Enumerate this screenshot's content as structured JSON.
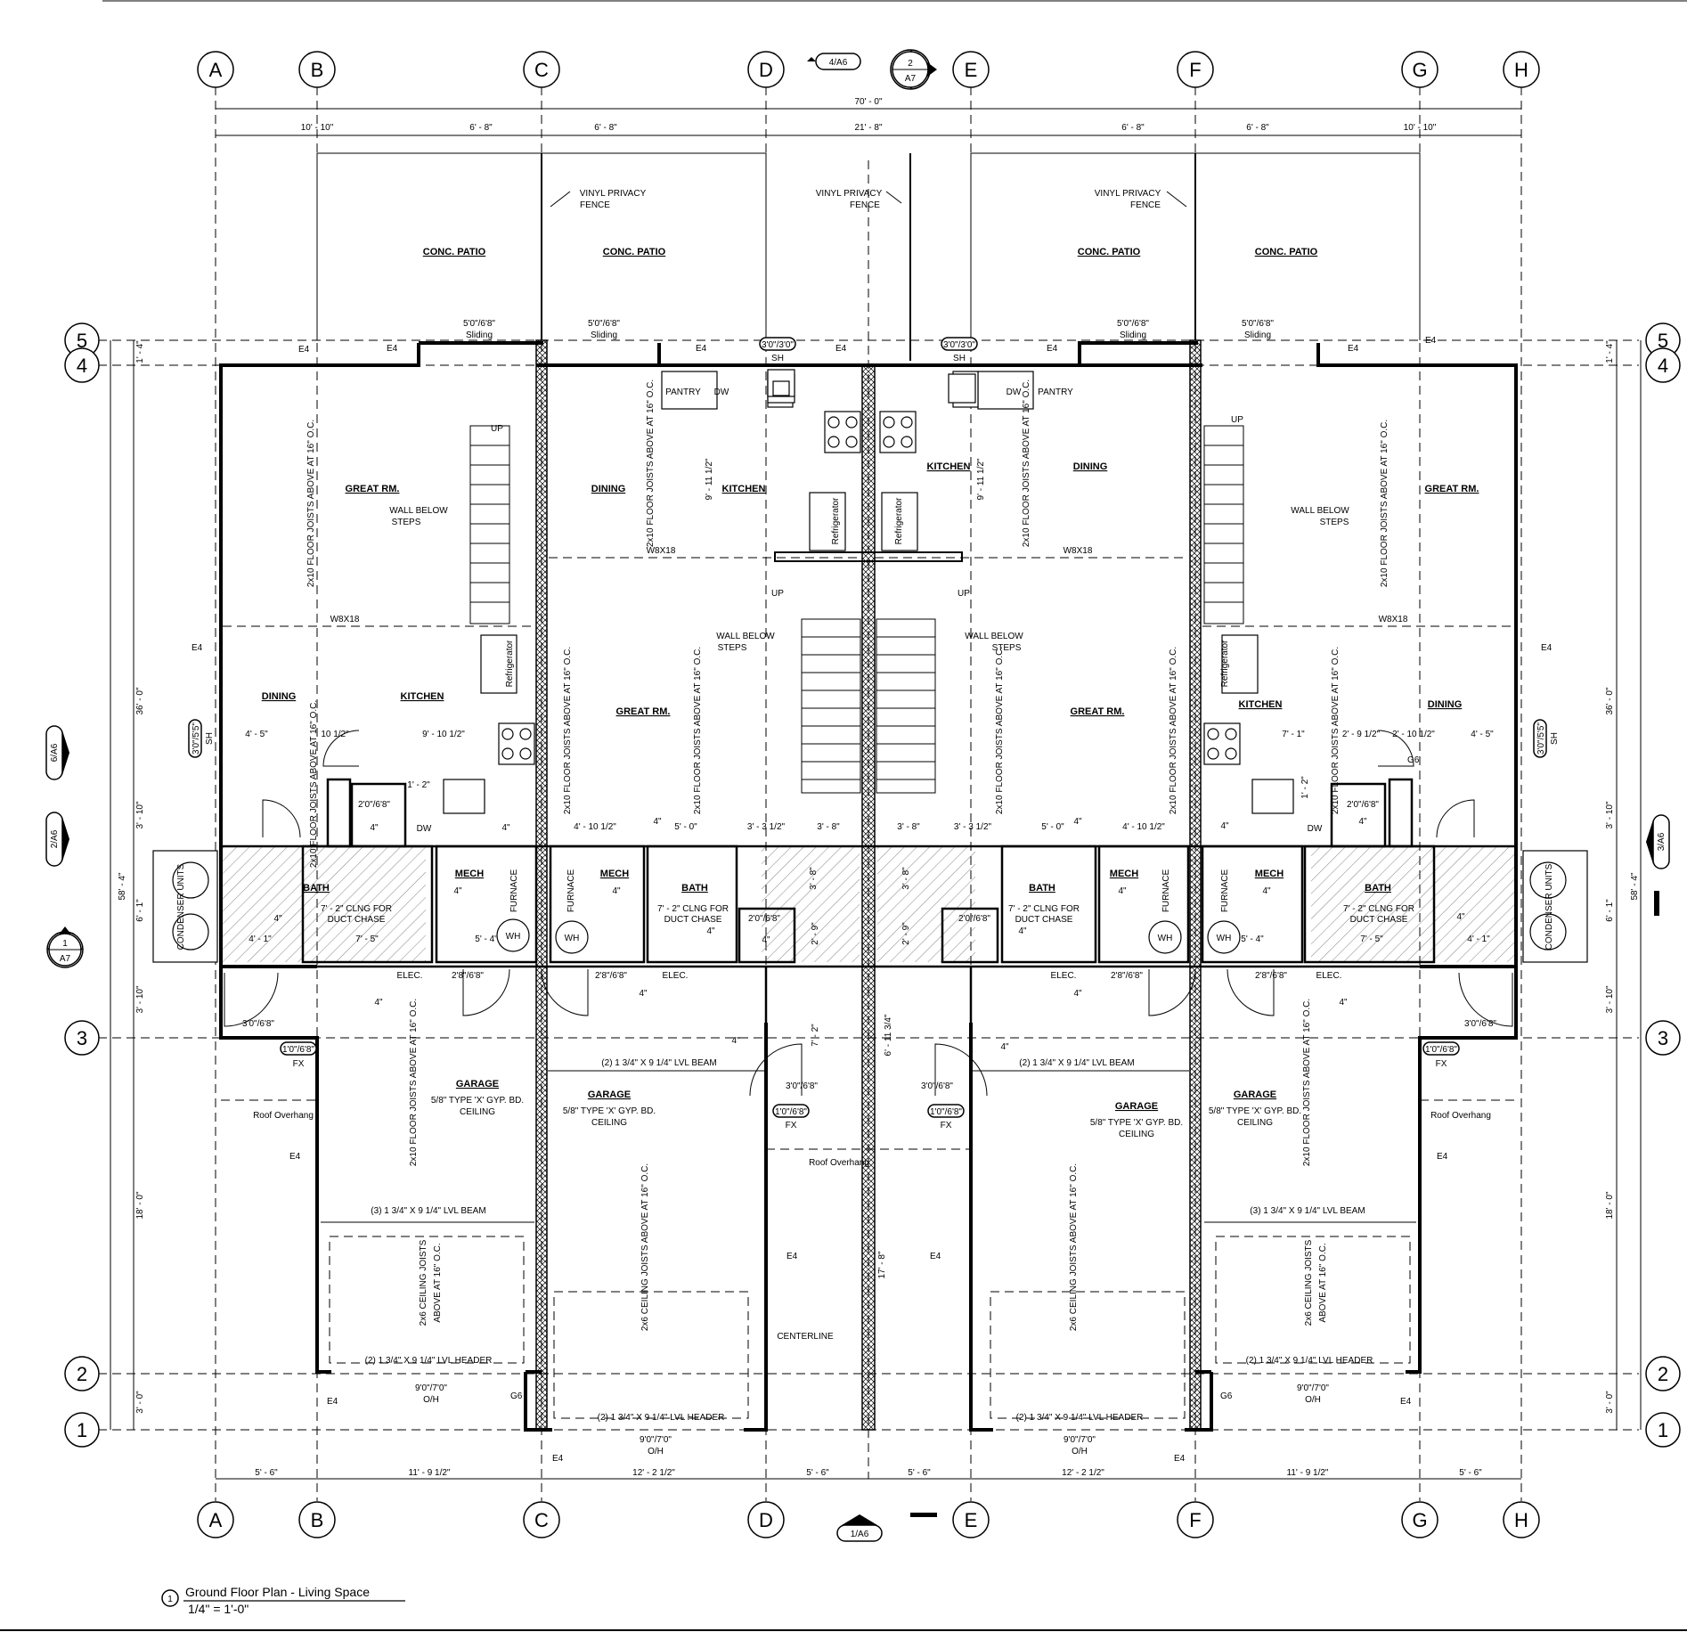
{
  "grid": {
    "columns": [
      "A",
      "B",
      "C",
      "D",
      "E",
      "F",
      "G",
      "H"
    ],
    "rows": [
      "5",
      "4",
      "3",
      "2",
      "1"
    ]
  },
  "section_marks": {
    "top_section": "4/A6",
    "top_detail_num": "2",
    "top_detail_sheet": "A7",
    "bottom_section": "1/A6",
    "left_upper": "6/A6",
    "left_lower": "2/A6",
    "left_detail_num": "1",
    "left_detail_sheet": "A7",
    "right": "3/A6"
  },
  "dims": {
    "overall": "70' - 0\"",
    "top": [
      "10' - 10\"",
      "6' - 8\"",
      "6' - 8\"",
      "21' - 8\"",
      "6' - 8\"",
      "6' - 8\"",
      "10' - 10\""
    ],
    "bottom": [
      "5' - 6\"",
      "11' - 9 1/2\"",
      "12' - 2 1/2\"",
      "5' - 6\"",
      "5' - 6\"",
      "12' - 2 1/2\"",
      "11' - 9 1/2\"",
      "5' - 6\""
    ],
    "left_overall": "58' - 4\"",
    "left_parts": [
      "1' - 4\"",
      "36' - 0\"",
      "3' - 10\"",
      "6' - 1\"",
      "3' - 10\"",
      "18' - 0\"",
      "3' - 0\""
    ],
    "right_overall": "58' - 4\"",
    "right_parts": [
      "1' - 4\"",
      "36' - 0\"",
      "3' - 10\"",
      "6' - 1\"",
      "3' - 10\"",
      "18' - 0\"",
      "3' - 0\""
    ],
    "inner": {
      "d1": "4' - 5\"",
      "d2": "10 1/2\"",
      "d3": "9' - 10 1/2\"",
      "d4": "9' - 11 1/2\"",
      "d5": "4' - 10 1/2\"",
      "d6": "5' - 0\"",
      "d7": "3' - 3 1/2\"",
      "d8": "3' - 8\"",
      "d9": "3' - 8\"",
      "d10": "3' - 3 1/2\"",
      "d11": "5' - 0\"",
      "d12": "4' - 10 1/2\"",
      "d13": "9' - 11 1/2\"",
      "d14": "7' - 1\"",
      "d15": "2' - 9 1/2\"",
      "d16": "2' - 10 1/2\"",
      "d17": "4' - 5\"",
      "d18": "4' - 1\"",
      "d19": "7' - 5\"",
      "d20": "5' - 4\"",
      "d21": "5' - 4\"",
      "d22": "7' - 5\"",
      "d23": "4' - 1\"",
      "d24": "7' - 2\"",
      "d25": "6' - 11 3/4\"",
      "d26": "17' - 8\"",
      "d27": "2' - 9\"",
      "d28": "2' - 9\"",
      "d29": "3' - 8\"",
      "d30": "3' - 8\"",
      "d31": "1' - 2\"",
      "d32": "1' - 2\""
    }
  },
  "rooms": {
    "great_rm": "GREAT RM.",
    "dining": "DINING",
    "kitchen": "KITCHEN",
    "bath": "BATH",
    "mech": "MECH",
    "garage": "GARAGE",
    "conc_patio": "CONC. PATIO",
    "pantry": "PANTRY"
  },
  "labels": {
    "fence_line1": "VINYL PRIVACY",
    "fence_line2": "FENCE",
    "sliding_size": "5'0\"/6'8\"",
    "sliding": "Sliding",
    "sh_tag": "3'0\"/3'0\"",
    "sh": "SH",
    "sh_side": "3'0\"/5'5\"",
    "dw": "DW",
    "refrigerator": "Refrigerator",
    "furnace": "FURNACE",
    "wh": "WH",
    "elec": "ELEC.",
    "up": "UP",
    "wall_below_1": "WALL BELOW",
    "wall_below_2": "STEPS",
    "beam_w8": "W8X18",
    "joists_vertical": "2x10 FLOOR JOISTS ABOVE AT 16\" O.C.",
    "ceiling_joists": "2x6 CEILING JOISTS ABOVE AT 16\" O.C.",
    "ceiling_joists_l1": "2x6 CEILING JOISTS",
    "ceiling_joists_l2": "ABOVE AT 16\" O.C.",
    "clng_1": "7' - 2\" CLNG FOR",
    "clng_2": "DUCT CHASE",
    "garage_gyp_1": "5/8\" TYPE 'X' GYP. BD.",
    "garage_gyp_2": "CEILING",
    "lvl_beam_3": "(3) 1 3/4\" X 9 1/4\" LVL BEAM",
    "lvl_beam_2": "(2) 1 3/4\" X 9 1/4\" LVL BEAM",
    "lvl_header": "(2) 1 3/4\" X 9 1/4\" LVL HEADER",
    "garage_door": "9'0\"/7'0\"",
    "oh": "O/H",
    "fx_tag": "1'0\"/6'8\"",
    "fx": "FX",
    "roof_overhang": "Roof Overhang",
    "centerline": "CENTERLINE",
    "condenser": "CONDENSER UNITS",
    "e4": "E4",
    "g6": "G6",
    "four_in": "4\"",
    "door_30": "3'0\"/6'8\"",
    "door_28": "2'8\"/6'8\"",
    "door_20": "2'0\"/6'8\""
  },
  "title_block": {
    "number": "1",
    "title": "Ground Floor Plan - Living Space",
    "scale": "1/4\" = 1'-0\""
  }
}
